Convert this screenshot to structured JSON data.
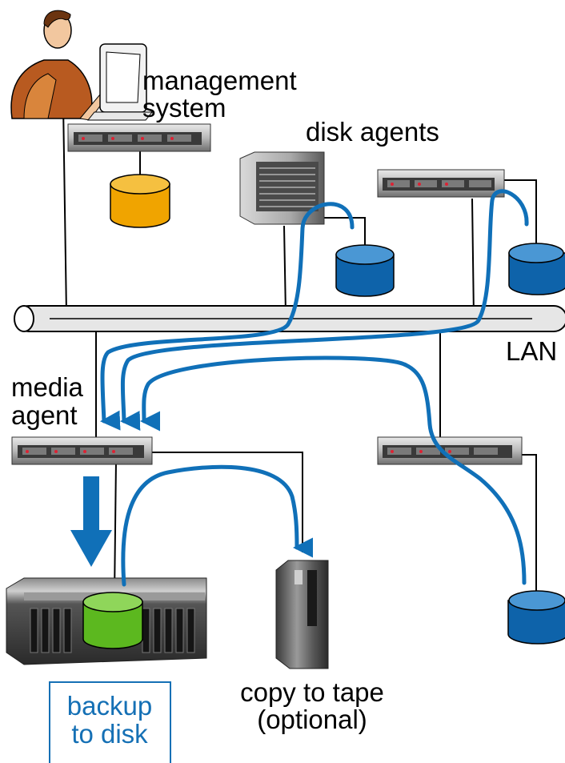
{
  "labels": {
    "management_line1": "management",
    "management_line2": "system",
    "disk_agents": "disk agents",
    "lan": "LAN",
    "media_line1": "media",
    "media_line2": "agent",
    "tape_line1": "copy to tape",
    "tape_line2": "(optional)",
    "backup_line1": "backup",
    "backup_line2": "to disk"
  },
  "colors": {
    "flow": "#1070b8",
    "disk_blue": "#0e63aa",
    "disk_orange": "#f0a400",
    "disk_green": "#5cb81f",
    "backup_box_border": "#1570b5",
    "backup_text": "#1570b5",
    "lan_fill": "#e6e6e6"
  },
  "icons": {
    "admin": "person-at-computer-icon",
    "rack_server": "rack-server-icon",
    "tower_server": "tower-server-icon",
    "disk": "disk-cylinder-icon",
    "disk_array": "disk-array-icon",
    "tape": "tape-drive-icon"
  }
}
